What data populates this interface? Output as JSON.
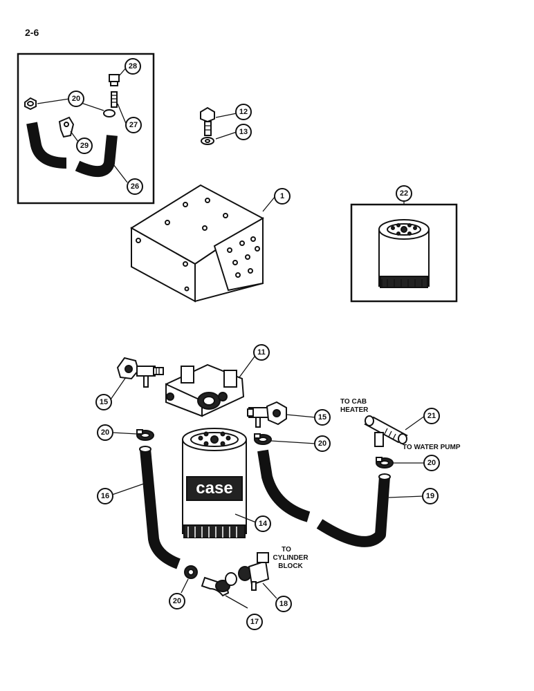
{
  "page": {
    "number": "2-6"
  },
  "labels": {
    "to_cab_heater_1": "TO CAB",
    "to_cab_heater_2": "HEATER",
    "to_water_pump": "TO WATER PUMP",
    "to_cylinder_block_1": "TO",
    "to_cylinder_block_2": "CYLINDER",
    "to_cylinder_block_3": "BLOCK",
    "filter_brand": "case"
  },
  "callouts": {
    "c28": "28",
    "c20a": "20",
    "c27": "27",
    "c29": "29",
    "c26": "26",
    "c12": "12",
    "c13": "13",
    "c1": "1",
    "c22": "22",
    "c11": "11",
    "c15a": "15",
    "c15b": "15",
    "c21": "21",
    "c20b": "20",
    "c20c": "20",
    "c20d": "20",
    "c20e": "20",
    "c16": "16",
    "c14": "14",
    "c19": "19",
    "c18": "18",
    "c17": "17"
  }
}
